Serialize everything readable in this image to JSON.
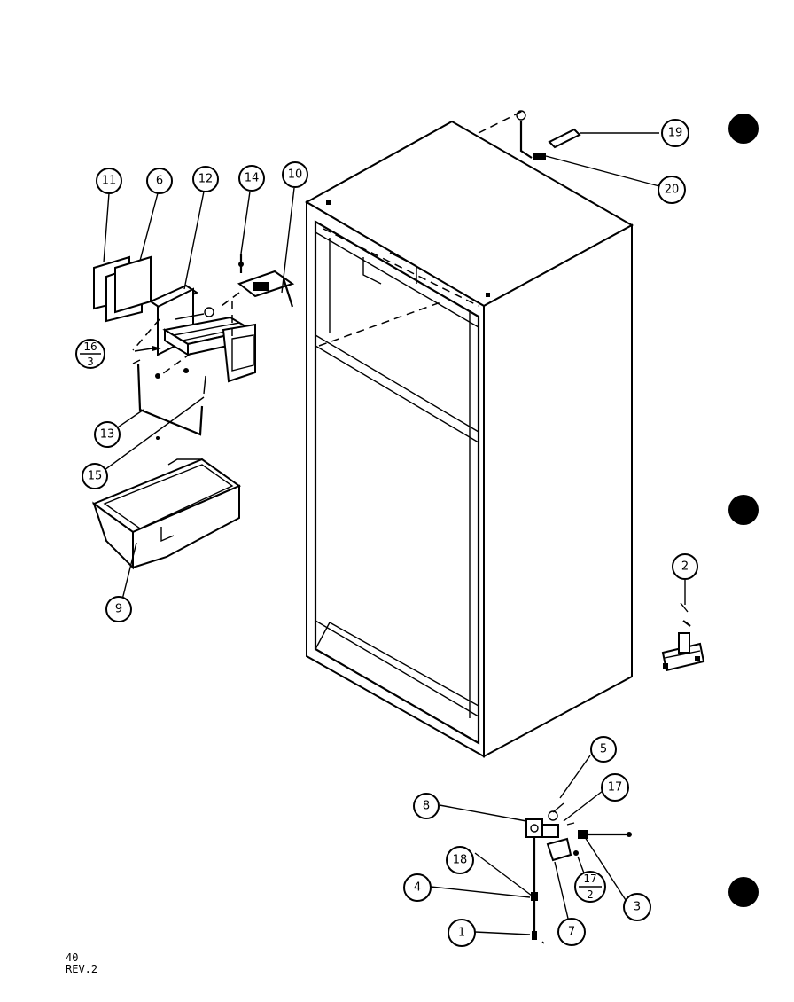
{
  "diagram": {
    "callouts": {
      "c1": "1",
      "c2": "2",
      "c3": "3",
      "c4": "4",
      "c5": "5",
      "c6": "6",
      "c7": "7",
      "c8": "8",
      "c9": "9",
      "c10": "10",
      "c11": "11",
      "c12": "12",
      "c13": "13",
      "c14": "14",
      "c15": "15",
      "c18": "18",
      "c17a": "17",
      "c19": "19",
      "c20": "20",
      "f16_num": "16",
      "f16_den": "3",
      "f17_num": "17",
      "f17_den": "2"
    },
    "footer": {
      "page": "40",
      "rev": "REV.2"
    }
  }
}
